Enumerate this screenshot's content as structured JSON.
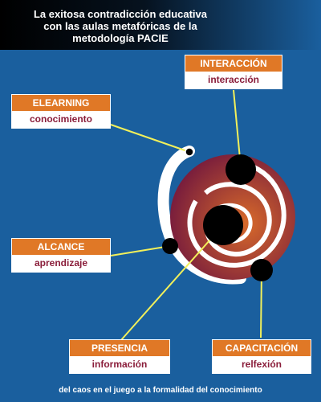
{
  "title": {
    "line1": "La exitosa contradicción educativa",
    "line2": "con las aulas metafóricas de la",
    "line3": "metodología PACIE"
  },
  "labels": {
    "elearning": {
      "head": "ELEARNING",
      "body": "conocimiento"
    },
    "interaccion": {
      "head": "INTERACCIÓN",
      "body": "interacción"
    },
    "alcance": {
      "head": "ALCANCE",
      "body": "aprendizaje"
    },
    "presencia": {
      "head": "PRESENCIA",
      "body": "información"
    },
    "capacitacion": {
      "head": "CAPACITACIÓN",
      "body": "relfexión"
    }
  },
  "footer": "del caos en el juego a la formalidad del conocimiento",
  "colors": {
    "background": "#1a5f9e",
    "label_head": "#e07826",
    "label_body_text": "#8a1d3a",
    "spiral_dark": "#7a1e3c",
    "spiral_light": "#d86a2a",
    "connector": "#f2f05a"
  }
}
